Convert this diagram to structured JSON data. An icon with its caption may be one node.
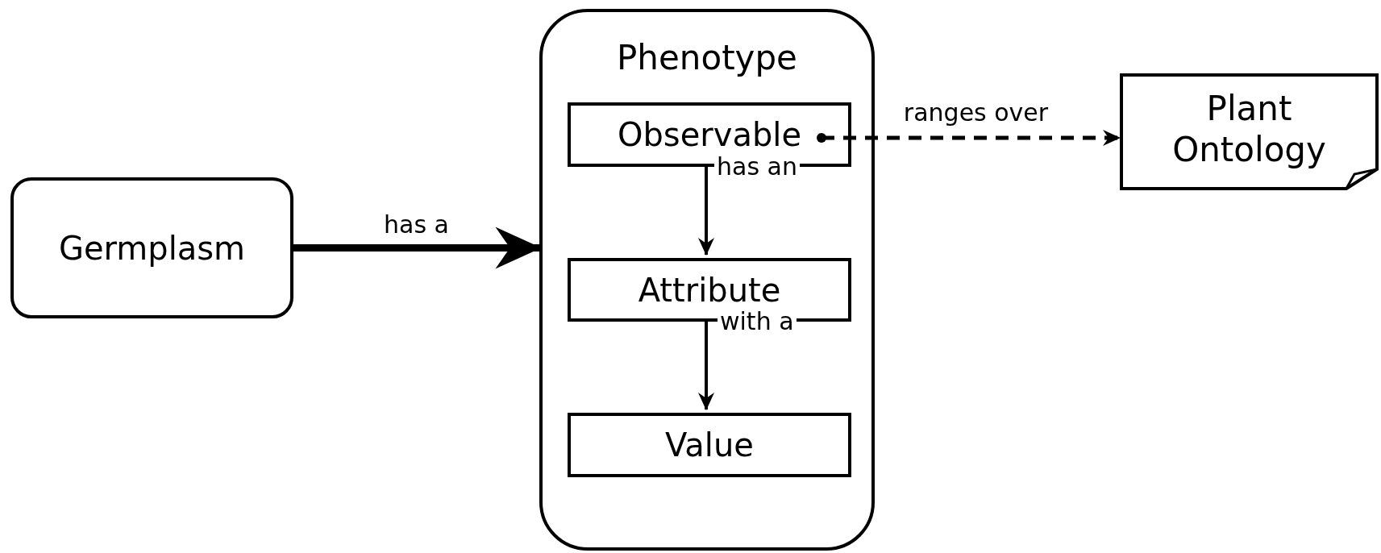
{
  "diagram": {
    "nodes": [
      {
        "text": [
          "Germplasm"
        ]
      },
      {
        "text": [
          "Phenotype"
        ]
      },
      {
        "text": [
          "Observable"
        ],
        "in": 1
      },
      {
        "text": [
          "Attribute"
        ],
        "in": 1
      },
      {
        "text": [
          "Value"
        ],
        "in": 1
      },
      {
        "text": [
          "Plant Ontology"
        ]
      }
    ],
    "edges": [
      {
        "from": 0,
        "to": 1,
        "arrow": "to",
        "label": "has a",
        "style": "thick"
      },
      {
        "from": 2,
        "to": 3,
        "arrow": "to",
        "label": "has an"
      },
      {
        "from": 3,
        "to": 4,
        "arrow": "to",
        "label": "with a"
      },
      {
        "from": 2,
        "to": 5,
        "arrow": "to",
        "label": "ranges over",
        "style": "dashed"
      }
    ]
  }
}
